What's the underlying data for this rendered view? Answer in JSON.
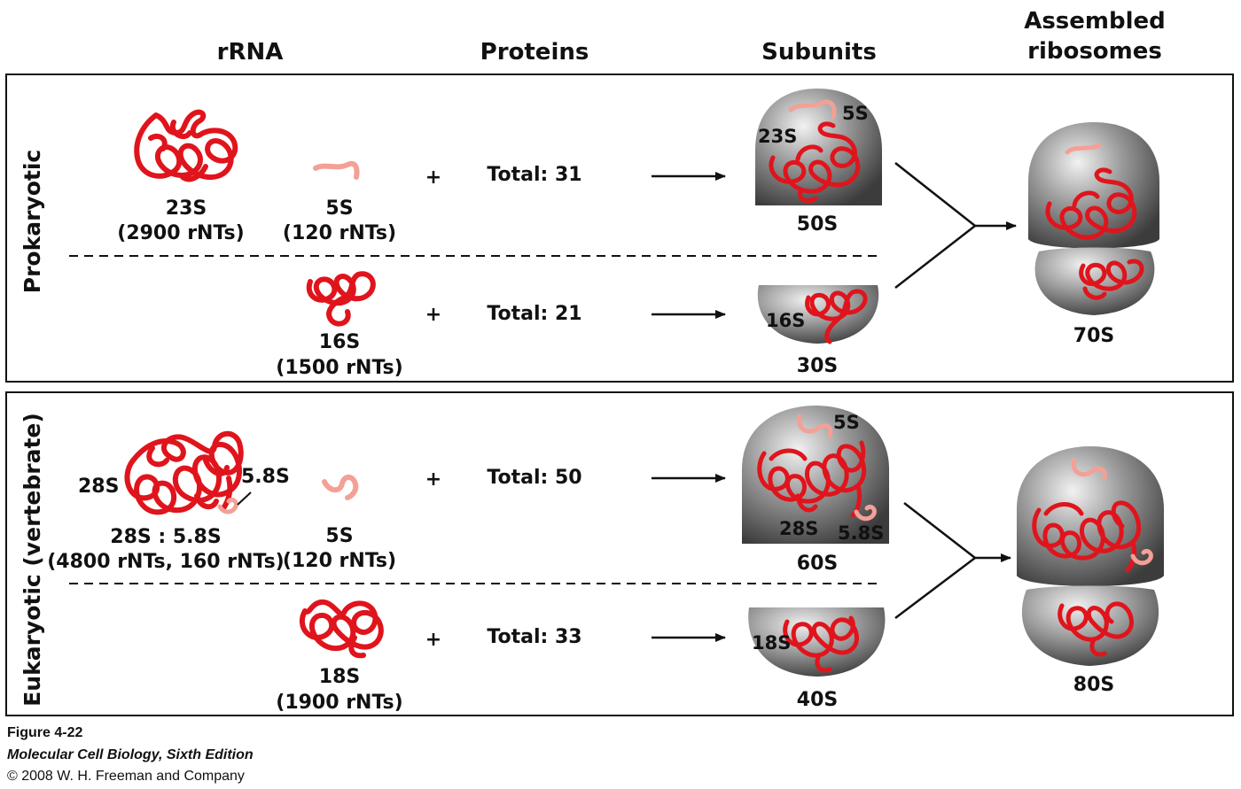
{
  "columns": {
    "rrna": "rRNA",
    "proteins": "Proteins",
    "subunits": "Subunits",
    "assembled_line1": "Assembled",
    "assembled_line2": "ribosomes"
  },
  "sections": {
    "prokaryotic": "Prokaryotic",
    "eukaryotic": "Eukaryotic (vertebrate)"
  },
  "prokaryotic": {
    "rrna_23s_name": "23S",
    "rrna_23s_len": "(2900 rNTs)",
    "rrna_5s_name": "5S",
    "rrna_5s_len": "(120 rNTs)",
    "rrna_16s_name": "16S",
    "rrna_16s_len": "(1500 rNTs)",
    "plus": "+",
    "proteins_large": "Total: 31",
    "proteins_small": "Total: 21",
    "large_subunit": "50S",
    "small_subunit": "30S",
    "large_tag_23s": "23S",
    "large_tag_5s": "5S",
    "small_tag_16s": "16S",
    "ribosome": "70S"
  },
  "eukaryotic": {
    "rrna_28s_tag": "28S",
    "rrna_58s_tag": "5.8S",
    "rrna_28s_58s_name": "28S : 5.8S",
    "rrna_28s_58s_len": "(4800 rNTs, 160 rNTs)",
    "rrna_5s_name": "5S",
    "rrna_5s_len": "(120 rNTs)",
    "rrna_18s_name": "18S",
    "rrna_18s_len": "(1900 rNTs)",
    "plus": "+",
    "proteins_large": "Total: 50",
    "proteins_small": "Total: 33",
    "large_subunit": "60S",
    "small_subunit": "40S",
    "large_tag_5s": "5S",
    "large_tag_28s": "28S",
    "large_tag_58s": "5.8S",
    "small_tag_18s": "18S",
    "ribosome": "80S"
  },
  "caption": {
    "figure": "Figure 4-22",
    "book": "Molecular Cell Biology, Sixth Edition",
    "copyright": "© 2008 W. H. Freeman and Company"
  },
  "colors": {
    "rrna_red": "#e0141c",
    "rrna_pink": "#f4a096",
    "subunit_gray": "#8a8a8a",
    "frame": "#111111"
  }
}
